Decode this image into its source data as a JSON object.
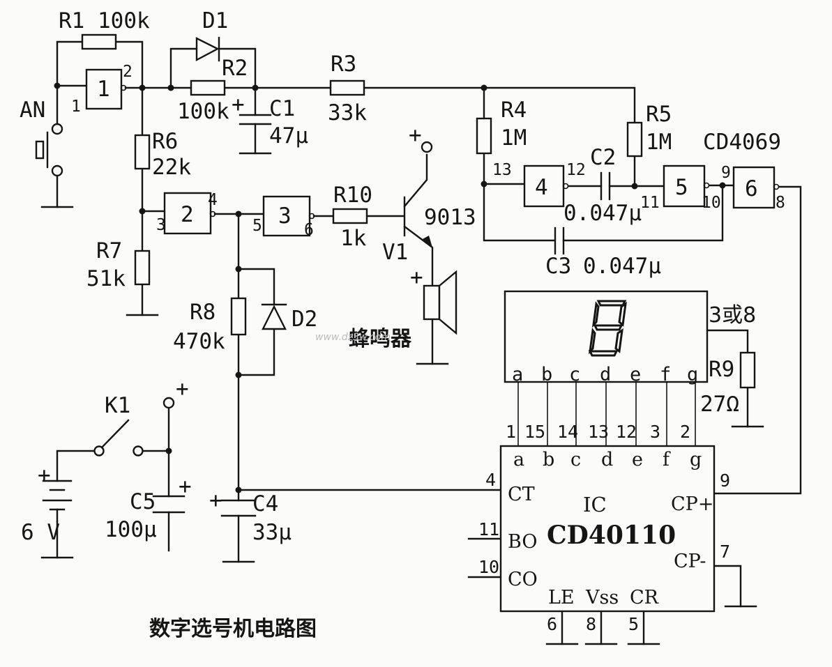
{
  "title": "数字选号机电路图",
  "watermark": "www.dz3w.com",
  "components": {
    "R1": {
      "ref": "R1",
      "value": "100k"
    },
    "R2": {
      "ref": "R2",
      "value": "100k"
    },
    "R3": {
      "ref": "R3",
      "value": "33k"
    },
    "R4": {
      "ref": "R4",
      "value": "1M"
    },
    "R5": {
      "ref": "R5",
      "value": "1M"
    },
    "R6": {
      "ref": "R6",
      "value": "22k"
    },
    "R7": {
      "ref": "R7",
      "value": "51k"
    },
    "R8": {
      "ref": "R8",
      "value": "470k"
    },
    "R9": {
      "ref": "R9",
      "value": "27Ω"
    },
    "R10": {
      "ref": "R10",
      "value": "1k"
    },
    "C1": {
      "ref": "C1",
      "value": "47μ"
    },
    "C2": {
      "ref": "C2",
      "value": "0.047μ"
    },
    "C3": {
      "ref": "C3",
      "value": "0.047μ"
    },
    "C4": {
      "ref": "C4",
      "value": "33μ"
    },
    "C5": {
      "ref": "C5",
      "value": "100μ"
    },
    "D1": {
      "ref": "D1"
    },
    "D2": {
      "ref": "D2"
    },
    "V1": {
      "ref": "V1",
      "value": "9013"
    },
    "AN": {
      "ref": "AN"
    },
    "K1": {
      "ref": "K1"
    },
    "battery": {
      "value": "6 V"
    },
    "buzzer": {
      "label": "蜂鸣器"
    },
    "gate_chip": {
      "label": "CD4069"
    },
    "display_common": {
      "label": "3或8"
    }
  },
  "gates": [
    "1",
    "2",
    "3",
    "4",
    "5",
    "6"
  ],
  "gate_pins": {
    "g1_in": "1",
    "g1_out": "2",
    "g2_in": "3",
    "g2_out": "4",
    "g3_in": "5",
    "g3_out": "6",
    "g4_in": "13",
    "g4_out": "12",
    "g5_in": "11",
    "g5_out": "10",
    "g6_in": "9",
    "g6_out": "8"
  },
  "polarity": {
    "plus": "+"
  },
  "display": {
    "digit": "8",
    "segments": [
      "a",
      "b",
      "c",
      "d",
      "e",
      "f",
      "g"
    ]
  },
  "ic": {
    "ref": "IC",
    "name": "CD40110",
    "seg_pins": [
      "1",
      "15",
      "14",
      "13",
      "12",
      "3",
      "2"
    ],
    "seg_labels": [
      "a",
      "b",
      "c",
      "d",
      "e",
      "f",
      "g"
    ],
    "left_pins": [
      {
        "num": "4",
        "label": "CT"
      },
      {
        "num": "11",
        "label": "BO"
      },
      {
        "num": "10",
        "label": "CO"
      }
    ],
    "right_pins": [
      {
        "num": "9",
        "label": "CP+"
      },
      {
        "num": "7",
        "label": "CP-"
      }
    ],
    "bottom_pins": [
      {
        "num": "6",
        "label": "LE"
      },
      {
        "num": "8",
        "label": "Vss"
      },
      {
        "num": "5",
        "label": "CR"
      }
    ]
  }
}
